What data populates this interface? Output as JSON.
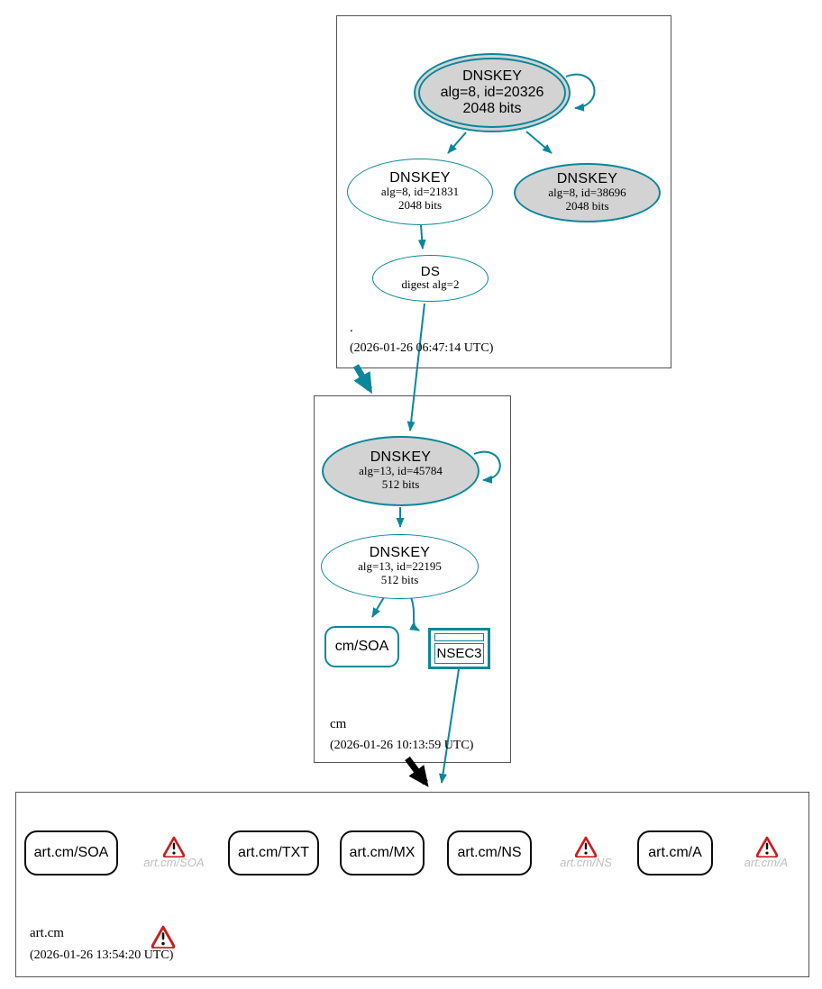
{
  "colors": {
    "secure_teal": "#0a879a",
    "insecure_black": "#000000",
    "warning_red": "#c81f1f",
    "key_fill_gray": "#d3d3d3",
    "muted_label_gray": "#bfbfbf"
  },
  "zones": {
    "root": {
      "name": ".",
      "timestamp": "(2026-01-26 06:47:14 UTC)",
      "ksk": {
        "title": "DNSKEY",
        "detail1": "alg=8, id=20326",
        "detail2": "2048 bits"
      },
      "zsk": {
        "title": "DNSKEY",
        "detail1": "alg=8, id=21831",
        "detail2": "2048 bits"
      },
      "key2": {
        "title": "DNSKEY",
        "detail1": "alg=8, id=38696",
        "detail2": "2048 bits"
      },
      "ds": {
        "title": "DS",
        "detail1": "digest alg=2"
      }
    },
    "cm": {
      "name": "cm",
      "timestamp": "(2026-01-26 10:13:59 UTC)",
      "ksk": {
        "title": "DNSKEY",
        "detail1": "alg=13, id=45784",
        "detail2": "512 bits"
      },
      "zsk": {
        "title": "DNSKEY",
        "detail1": "alg=13, id=22195",
        "detail2": "512 bits"
      },
      "soa": {
        "label": "cm/SOA"
      },
      "nsec3": {
        "label": "NSEC3"
      }
    },
    "art_cm": {
      "name": "art.cm",
      "timestamp": "(2026-01-26 13:54:20 UTC)",
      "rrset_soa": {
        "label": "art.cm/SOA"
      },
      "warn_soa": {
        "label": "art.cm/SOA"
      },
      "rrset_txt": {
        "label": "art.cm/TXT"
      },
      "rrset_mx": {
        "label": "art.cm/MX"
      },
      "rrset_ns": {
        "label": "art.cm/NS"
      },
      "warn_ns": {
        "label": "art.cm/NS"
      },
      "rrset_a": {
        "label": "art.cm/A"
      },
      "warn_a": {
        "label": "art.cm/A"
      }
    }
  }
}
